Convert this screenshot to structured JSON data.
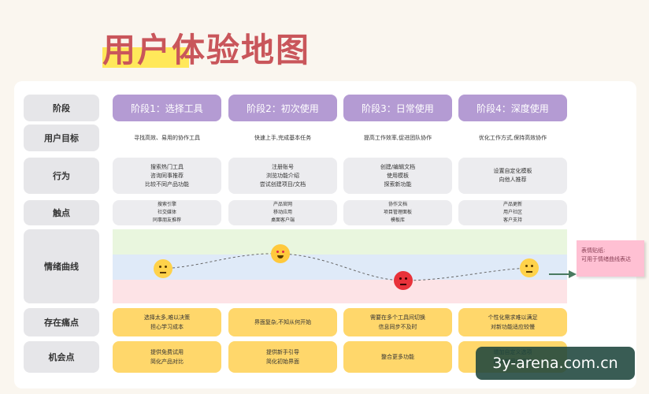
{
  "title": "用户体验地图",
  "row_labels": [
    "阶段",
    "用户目标",
    "行为",
    "触点",
    "情绪曲线",
    "存在痛点",
    "机会点"
  ],
  "stages": [
    "阶段1：选择工具",
    "阶段2：初次使用",
    "阶段3：日常使用",
    "阶段4：深度使用"
  ],
  "goals": [
    "寻找高效、易用的协作工具",
    "快速上手,完成基本任务",
    "提高工作效率,促进团队协作",
    "优化工作方式,保持高效协作"
  ],
  "behaviors": [
    [
      "搜索热门工具",
      "咨询同事推荐",
      "比较不同产品功能"
    ],
    [
      "注册账号",
      "浏览功能介绍",
      "尝试创建项目/文档"
    ],
    [
      "创建/编辑文档",
      "使用模板",
      "探索新功能"
    ],
    [
      "设置自定化模板",
      "向他人推荐"
    ]
  ],
  "touchpoints": [
    [
      "搜索引擎",
      "社交媒体",
      "同事朋友推荐"
    ],
    [
      "产品官网",
      "移动应用",
      "桌面客户端"
    ],
    [
      "协作文档",
      "项目管理面板",
      "模板库"
    ],
    [
      "产品更新",
      "用户社区",
      "客户支持"
    ]
  ],
  "emotions": [
    "neutral",
    "love",
    "angry",
    "neutral"
  ],
  "pain_points": [
    [
      "选择太多,难以决策",
      "担心学习成本"
    ],
    [
      "界面复杂,不知从何开始"
    ],
    [
      "需要在多个工具间切换",
      "信息同步不及时"
    ],
    [
      "个性化需求难以满足",
      "对新功能适应较慢"
    ]
  ],
  "opportunities": [
    [
      "提供免费试用",
      "简化产品对比"
    ],
    [
      "提供新手引导",
      "简化初始界面"
    ],
    [
      "整合更多功能"
    ],
    [
      "增加自定义选项",
      "提供新用户福利"
    ]
  ],
  "sticky_note": [
    "表情贴纸:",
    "可用于情绪曲线表达"
  ],
  "watermark": "3y-arena.com.cn",
  "colors": {
    "title": "#c9565b",
    "highlight": "#ffe85a",
    "stage": "#b49bd3",
    "pain": "#ffd76b",
    "sticky": "#ffc0d3"
  }
}
